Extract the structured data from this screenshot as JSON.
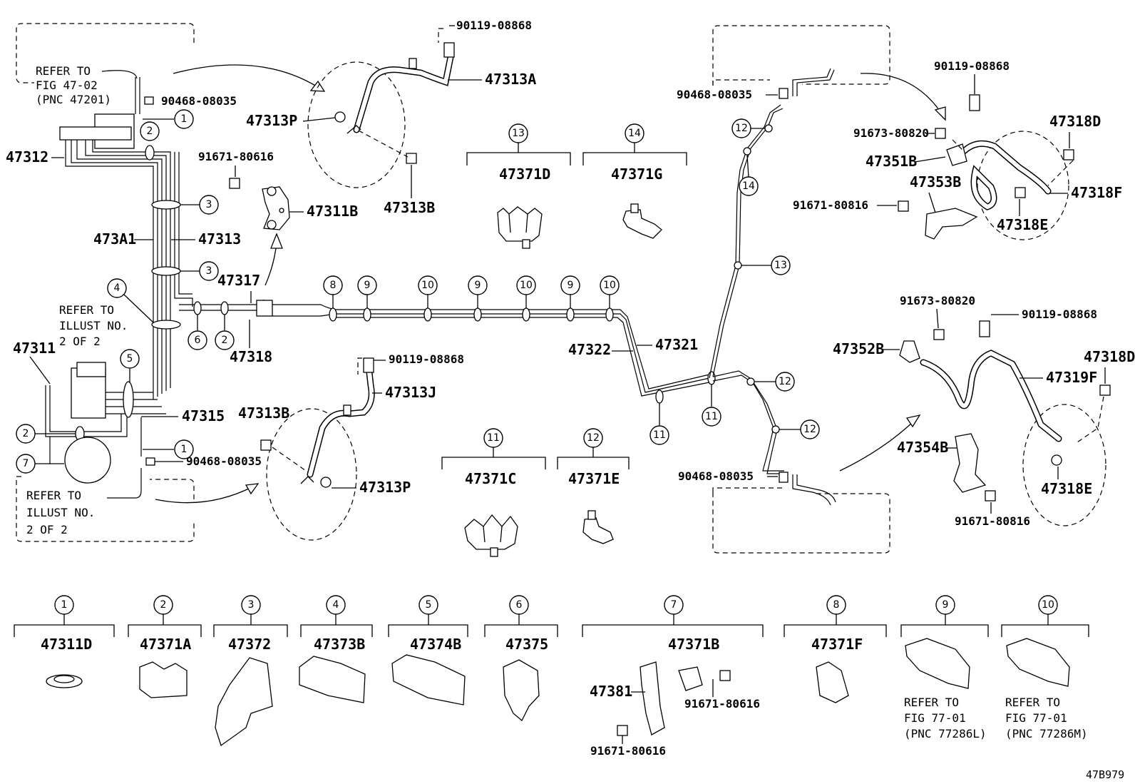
{
  "figure_code": "47B979",
  "parts": {
    "p47312": "47312",
    "p473A1": "473A1",
    "p47313": "47313",
    "p47311": "47311",
    "p47315": "47315",
    "p47317": "47317",
    "p47318": "47318",
    "p47313A": "47313A",
    "p47313P_top": "47313P",
    "p47313B_top": "47313B",
    "p47311B": "47311B",
    "p47313J": "47313J",
    "p47313B_bot": "47313B",
    "p47313P_bot": "47313P",
    "p47322": "47322",
    "p47321": "47321",
    "p47351B": "47351B",
    "p47353B": "47353B",
    "p47318D_top": "47318D",
    "p47318F": "47318F",
    "p47318E_top": "47318E",
    "p47352B": "47352B",
    "p47319F": "47319F",
    "p47318D_bot": "47318D",
    "p47354B": "47354B",
    "p47318E_bot": "47318E",
    "p47381": "47381"
  },
  "hardware": {
    "h90119_top": "90119-08868",
    "h90468_a": "90468-08035",
    "h91671_80616_a": "91671-80616",
    "h90119_mid": "90119-08868",
    "h90468_b": "90468-08035",
    "h90468_c": "90468-08035",
    "h90119_right_top": "90119-08868",
    "h91673_80820_top": "91673-80820",
    "h91671_80816_top": "91671-80816",
    "h90468_d": "90468-08035",
    "h91673_80820_bot": "91673-80820",
    "h90119_right_bot": "90119-08868",
    "h91671_80816_bot": "91671-80816",
    "h91671_80616_b": "91671-80616",
    "h91671_80616_c": "91671-80616"
  },
  "notes": {
    "refer_fig_l1": "REFER TO",
    "refer_fig_l2": "FIG 47-02",
    "refer_fig_l3": "(PNC 47201)",
    "refer_illust_a_l1": "REFER TO",
    "refer_illust_a_l2": "ILLUST NO.",
    "refer_illust_a_l3": "2 OF 2",
    "refer_illust_b_l1": "REFER TO",
    "refer_illust_b_l2": "ILLUST NO.",
    "refer_illust_b_l3": "2 OF 2"
  },
  "callouts": [
    "1",
    "2",
    "3",
    "4",
    "5",
    "6",
    "7",
    "8",
    "9",
    "10",
    "11",
    "12",
    "13",
    "14"
  ],
  "clip_groups": {
    "g11": "47371C",
    "g12": "47371E",
    "g13": "47371D",
    "g14": "47371G"
  },
  "legend": [
    {
      "num": "1",
      "part": "47311D"
    },
    {
      "num": "2",
      "part": "47371A"
    },
    {
      "num": "3",
      "part": "47372"
    },
    {
      "num": "4",
      "part": "47373B"
    },
    {
      "num": "5",
      "part": "47374B"
    },
    {
      "num": "6",
      "part": "47375"
    },
    {
      "num": "7",
      "part": "47371B"
    },
    {
      "num": "8",
      "part": "47371F"
    },
    {
      "num": "9",
      "part": "",
      "ref_l1": "REFER TO",
      "ref_l2": "FIG 77-01",
      "ref_l3": "(PNC 77286L)"
    },
    {
      "num": "10",
      "part": "",
      "ref_l1": "REFER TO",
      "ref_l2": "FIG 77-01",
      "ref_l3": "(PNC 77286M)"
    }
  ]
}
